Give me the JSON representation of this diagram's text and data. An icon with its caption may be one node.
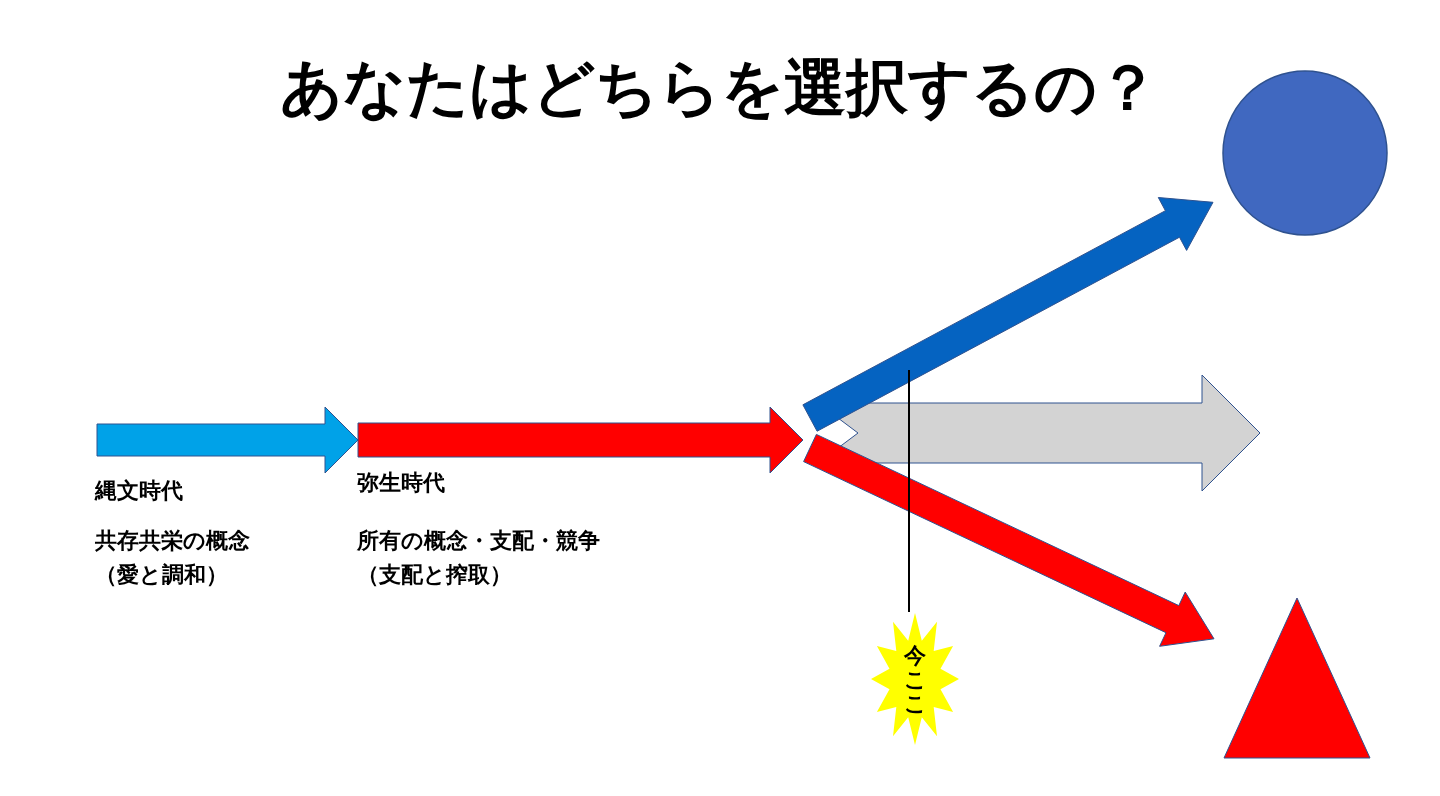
{
  "diagram": {
    "title": "あなたはどちらを選択するの？",
    "nodes": [
      {
        "text": [],
        "shape": "circle"
      },
      {
        "text": [],
        "shape": "triangle"
      },
      {
        "text": [
          "今ここ"
        ]
      }
    ],
    "edges": [
      {
        "from": null,
        "to": 0,
        "arrow": "to",
        "color": "#0563c1"
      },
      {
        "from": null,
        "to": 1,
        "arrow": "to",
        "color": "#ff0000"
      },
      {
        "from": 2,
        "to": null,
        "arrow": "none",
        "color": "#000000"
      }
    ],
    "labels": [
      "縄文時代",
      "共存共栄の概念（愛と調和）",
      "弥生時代",
      "所有の概念・支配・競争（支配と搾取）"
    ]
  }
}
